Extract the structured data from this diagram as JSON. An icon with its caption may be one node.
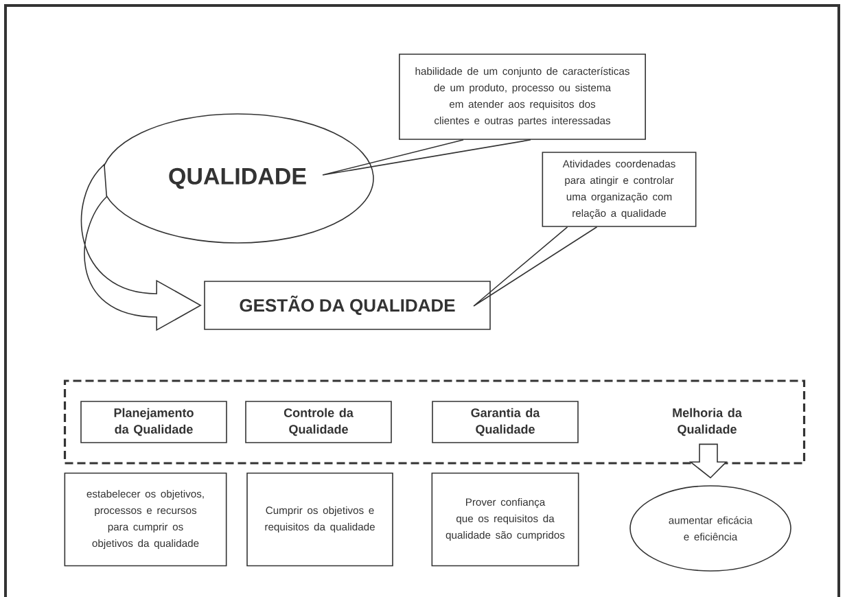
{
  "diagram": {
    "nodes": [
      {
        "text": [
          "habilidade de um conjunto de características de um produto, processo ou sistema em atender aos requisitos dos clientes e outras partes interessadas"
        ]
      },
      {
        "text": [
          "QUALIDADE"
        ]
      },
      {
        "text": [
          "Atividades coordenadas para atingir e controlar uma organização com relação a qualidade"
        ]
      },
      {
        "text": [
          "GESTÃO DA QUALIDADE"
        ]
      },
      {
        "text": [],
        "shape": "box"
      },
      {
        "text": [
          "Planejamento da Qualidade"
        ],
        "in": 4
      },
      {
        "text": [
          "Controle da Qualidade"
        ],
        "in": 4
      },
      {
        "text": [
          "Garantia da Qualidade"
        ],
        "in": 4
      },
      {
        "text": [
          "Melhoria da Qualidade"
        ],
        "in": 4
      },
      {
        "text": [
          "estabelecer os objetivos, processos e recursos para cumprir os objetivos da qualidade"
        ]
      },
      {
        "text": [
          "Cumprir os objetivos e requisitos da qualidade"
        ]
      },
      {
        "text": [
          "Prover confiança que os requisitos da qualidade são cumpridos"
        ]
      },
      {
        "text": [
          "aumentar eficácia e eficiência"
        ]
      }
    ],
    "edges": [
      {
        "from": 0,
        "to": 1,
        "arrow": "none"
      },
      {
        "from": 2,
        "to": 3,
        "arrow": "none"
      },
      {
        "from": 1,
        "to": 3,
        "arrow": "to"
      },
      {
        "from": 8,
        "to": 12,
        "arrow": "to"
      }
    ]
  }
}
